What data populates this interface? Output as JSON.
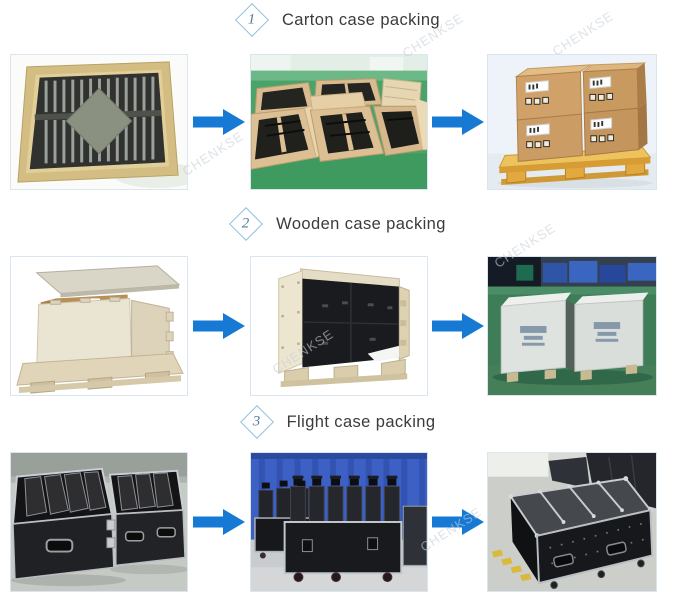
{
  "watermark": {
    "text": "CHENKSE"
  },
  "colors": {
    "arrow": "#1679d4",
    "step_diamond_outline": "#8fc2dd",
    "step_number": "#4d7d9b",
    "title_text": "#3b3b3b",
    "watermark_text": "#c6d0d7"
  },
  "icons": {
    "flow_arrow": "→",
    "step_marker": "◇"
  },
  "sections": [
    {
      "step_number": "1",
      "title": "Carton case packing"
    },
    {
      "step_number": "2",
      "title": "Wooden case packing"
    },
    {
      "step_number": "3",
      "title": "Flight case packing"
    }
  ]
}
